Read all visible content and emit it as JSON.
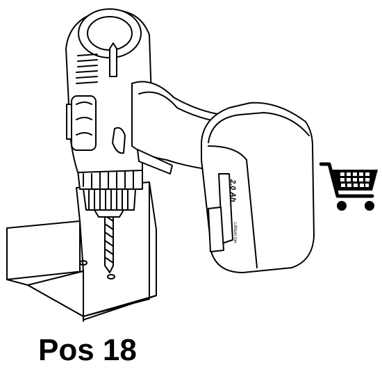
{
  "position_label": "Pos 18",
  "illustration": {
    "icon": "cordless-drill-icon",
    "battery_capacity_text": "2.0 Ah",
    "battery_chemistry_text": "Lithium Ion"
  },
  "cart": {
    "icon": "shopping-cart-icon"
  },
  "colors": {
    "line": "#000000",
    "background": "#ffffff"
  }
}
